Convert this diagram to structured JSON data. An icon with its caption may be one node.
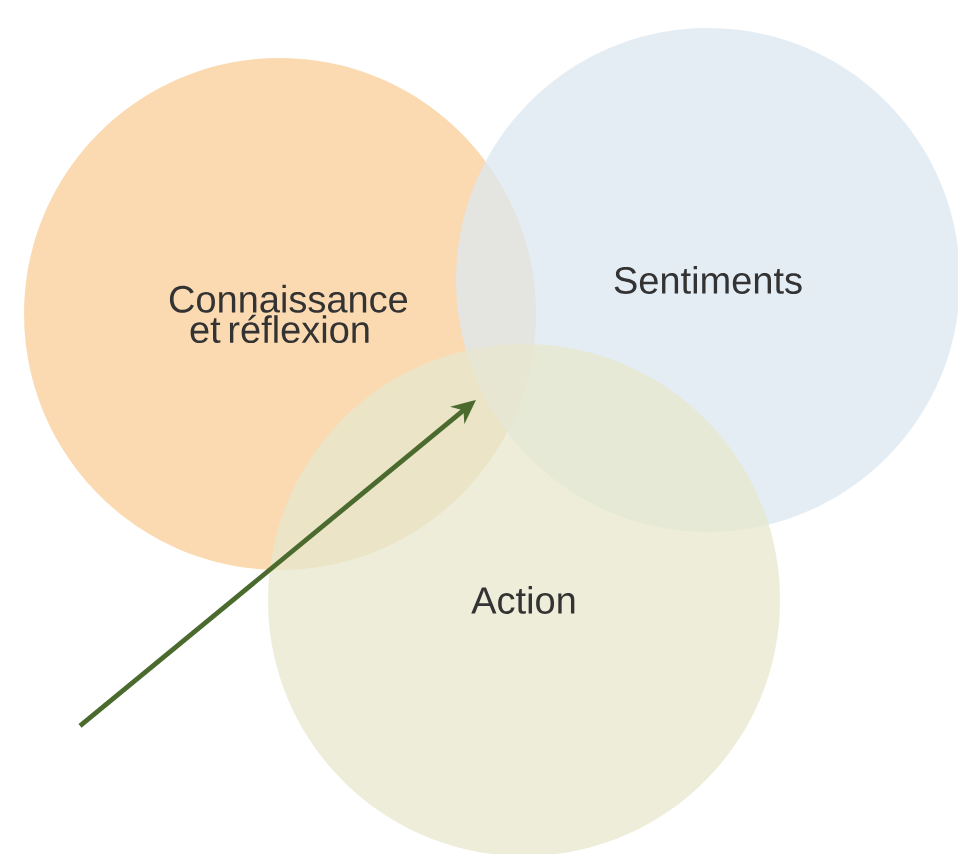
{
  "diagram": {
    "nodes": [
      {
        "text": [
          "Connaissance et réflexion"
        ]
      },
      {
        "text": [
          "Sentiments"
        ]
      },
      {
        "text": [
          "Action"
        ]
      }
    ]
  }
}
